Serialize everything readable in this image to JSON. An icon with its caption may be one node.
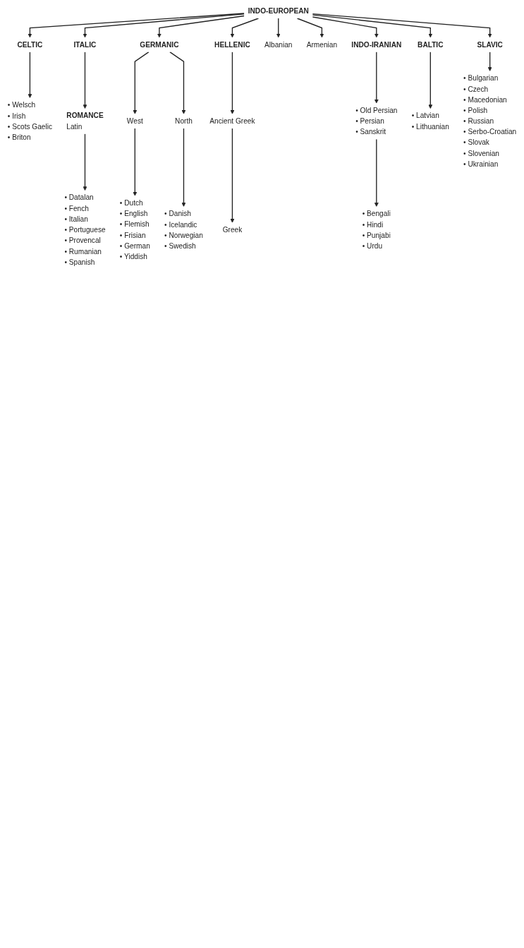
{
  "diagram": {
    "nodes": [
      {
        "text": [
          "INDO-EUROPEAN"
        ]
      },
      {
        "text": [
          "CELTIC"
        ]
      },
      {
        "text": [
          "ITALIC"
        ]
      },
      {
        "text": [
          "GERMANIC"
        ]
      },
      {
        "text": [
          "• Welsch",
          "• Irish",
          "• Scots Gaelic",
          "• Briton"
        ]
      },
      {
        "text": [
          "West"
        ]
      },
      {
        "text": [
          "North"
        ]
      },
      {
        "text": [
          "ROMANCE",
          "Latin"
        ]
      },
      {
        "text": [
          "• Dutch",
          "• English",
          "• Flemish",
          "• Frisian",
          "• German",
          "• Yiddish"
        ]
      },
      {
        "text": [
          "• Danish",
          "• Icelandic",
          "• Norwegian",
          "• Swedish"
        ]
      },
      {
        "text": [
          "• Datalan",
          "• Fench",
          "• Italian",
          "• Portuguese",
          "• Provencal",
          "• Rumanian",
          "• Spanish"
        ]
      },
      {
        "text": [
          "HELLENIC"
        ]
      },
      {
        "text": [
          "Albanian"
        ]
      },
      {
        "text": [
          "Armenian"
        ]
      },
      {
        "text": [
          "Ancient Greek"
        ]
      },
      {
        "text": [
          "Greek"
        ]
      },
      {
        "text": [
          "INDO-IRANIAN"
        ]
      },
      {
        "text": [
          "BALTIC"
        ]
      },
      {
        "text": [
          "SLAVIC"
        ]
      },
      {
        "text": [
          "• Old Persian",
          "• Persian",
          "• Sanskrit"
        ]
      },
      {
        "text": [
          "• Latvian",
          "• Lithuanian"
        ]
      },
      {
        "text": [
          "• Bulgarian",
          "• Czech",
          "• Macedonian",
          "• Polish",
          "• Russian",
          "• Serbo-Croatian",
          "• Slovak",
          "• Slovenian",
          "• Ukrainian"
        ]
      },
      {
        "text": [
          "• Bengali",
          "• Hindi",
          "• Punjabi",
          "• Urdu"
        ]
      }
    ],
    "edges": [
      {
        "from": 0,
        "to": 1,
        "arrow": "to"
      },
      {
        "from": 0,
        "to": 2,
        "arrow": "to"
      },
      {
        "from": 0,
        "to": 3,
        "arrow": "to"
      },
      {
        "from": 0,
        "to": 11,
        "arrow": "to"
      },
      {
        "from": 0,
        "to": 12,
        "arrow": "to"
      },
      {
        "from": 0,
        "to": 13,
        "arrow": "to"
      },
      {
        "from": 0,
        "to": 16,
        "arrow": "to"
      },
      {
        "from": 0,
        "to": 17,
        "arrow": "to"
      },
      {
        "from": 0,
        "to": 18,
        "arrow": "to"
      },
      {
        "from": 1,
        "to": 4,
        "arrow": "to"
      },
      {
        "from": 2,
        "to": 7,
        "arrow": "to"
      },
      {
        "from": 3,
        "to": 5,
        "arrow": "to"
      },
      {
        "from": 3,
        "to": 6,
        "arrow": "to"
      },
      {
        "from": 5,
        "to": 8,
        "arrow": "to"
      },
      {
        "from": 6,
        "to": 9,
        "arrow": "to"
      },
      {
        "from": 7,
        "to": 10,
        "arrow": "to"
      },
      {
        "from": 11,
        "to": 14,
        "arrow": "to"
      },
      {
        "from": 14,
        "to": 15,
        "arrow": "to"
      },
      {
        "from": 16,
        "to": 19,
        "arrow": "to"
      },
      {
        "from": 19,
        "to": 22,
        "arrow": "to"
      },
      {
        "from": 17,
        "to": 20,
        "arrow": "to"
      },
      {
        "from": 18,
        "to": 21,
        "arrow": "to"
      }
    ]
  }
}
